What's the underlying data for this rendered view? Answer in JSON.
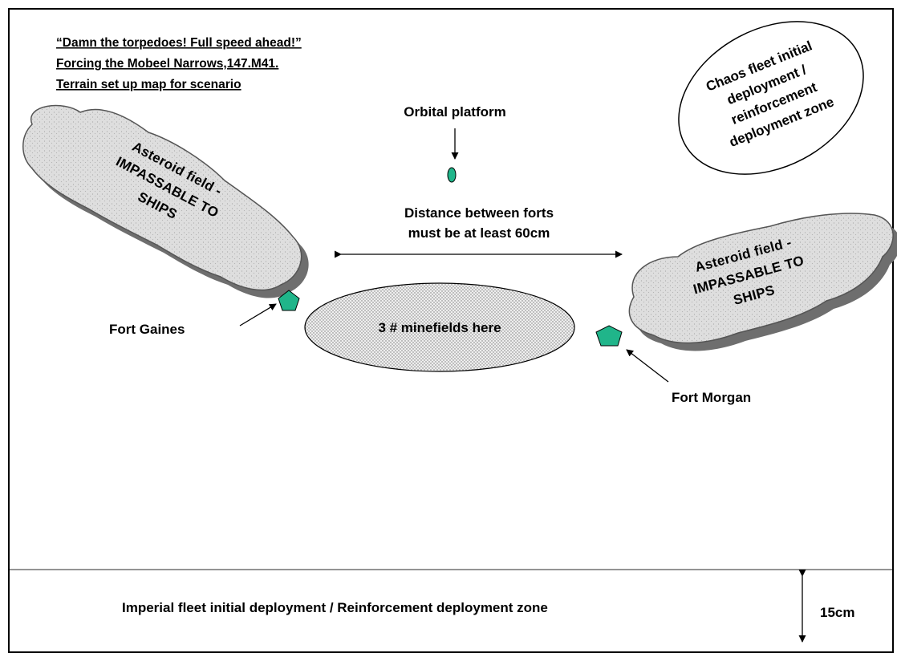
{
  "title": {
    "line1": "“Damn the torpedoes! Full speed ahead!”",
    "line2": "Forcing the Mobeel Narrows,147.M41.",
    "line3": "Terrain set up map for scenario"
  },
  "orbital_platform_label": "Orbital platform",
  "chaos_zone": {
    "line1": "Chaos fleet initial",
    "line2": "deployment /",
    "line3": "reinforcement",
    "line4": "deployment zone"
  },
  "asteroid_left": {
    "line1": "Asteroid field -",
    "line2": "IMPASSABLE TO",
    "line3": "SHIPS"
  },
  "asteroid_right": {
    "line1": "Asteroid field -",
    "line2": "IMPASSABLE TO",
    "line3": "SHIPS"
  },
  "distance_note": {
    "line1": "Distance between forts",
    "line2": "must be at least 60cm"
  },
  "minefield_label": "3 # minefields here",
  "fort_gaines_label": "Fort Gaines",
  "fort_morgan_label": "Fort Morgan",
  "imperial_zone_label": "Imperial fleet initial deployment / Reinforcement deployment zone",
  "depth_label": "15cm",
  "colors": {
    "fort_fill": "#20b58a",
    "cloud_fill": "#dcdcdc",
    "cloud_shadow": "#6e6e6e",
    "minefield_fill": "#eeeeee"
  }
}
